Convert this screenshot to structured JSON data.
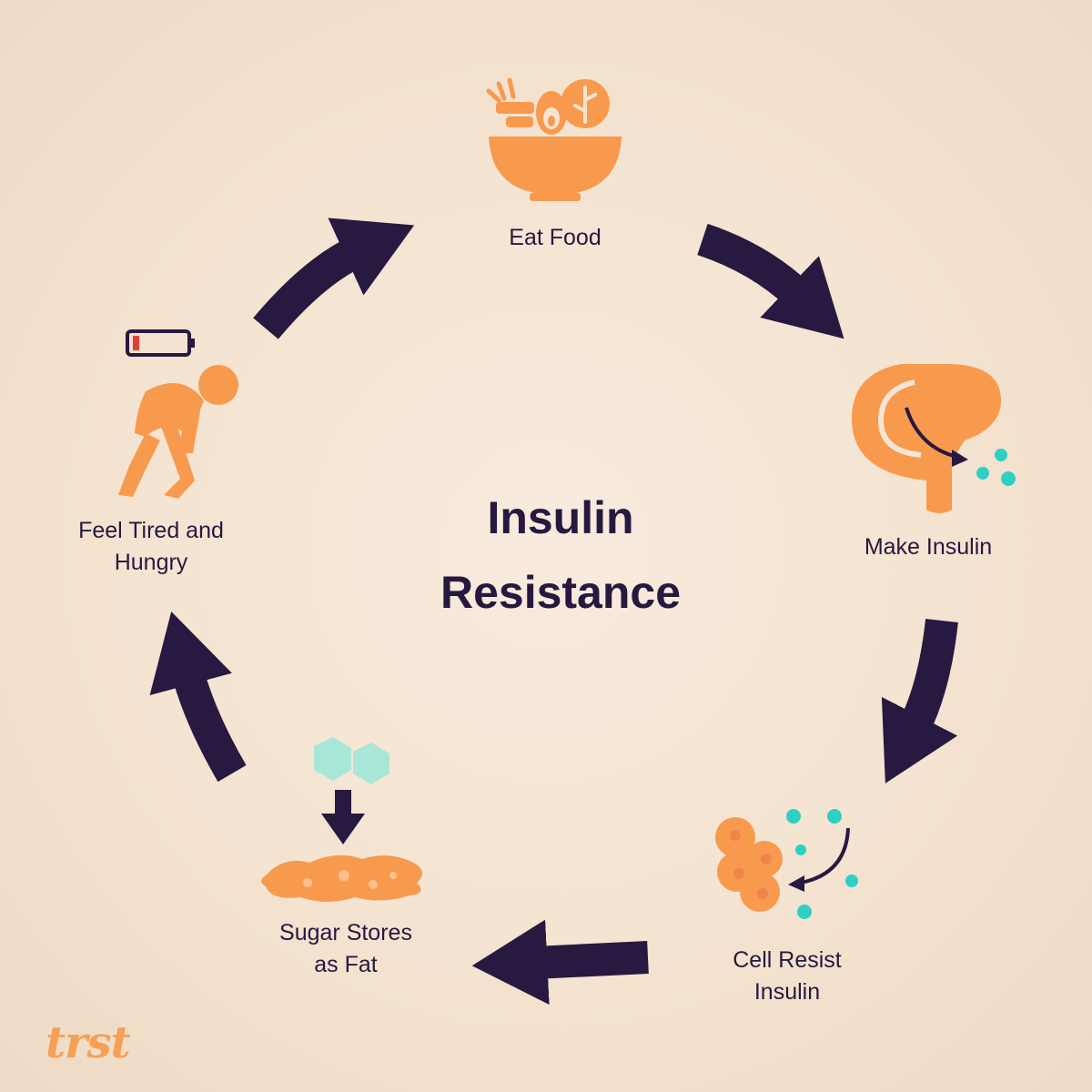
{
  "diagram": {
    "title_line1": "Insulin",
    "title_line2": "Resistance",
    "steps": [
      {
        "label": "Eat Food",
        "icon": "salad-bowl-icon"
      },
      {
        "label": "Make Insulin",
        "icon": "pancreas-icon"
      },
      {
        "label": "Cell Resist\nInsulin",
        "icon": "cells-icon"
      },
      {
        "label": "Sugar Stores\nas Fat",
        "icon": "sugar-to-fat-icon"
      },
      {
        "label": "Feel Tired and\nHungry",
        "icon": "tired-person-icon"
      }
    ]
  },
  "brand": {
    "logo_text": "trst"
  },
  "colors": {
    "background": "#f6e8d8",
    "arrow": "#27193f",
    "icon_orange": "#f89a4e",
    "insulin_teal": "#2fd0c4",
    "battery_low": "#e0403a",
    "sugar_cube": "#a8e6d8"
  }
}
